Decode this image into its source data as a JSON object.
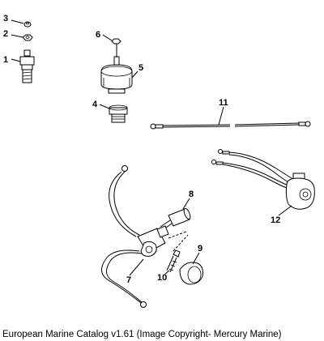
{
  "callouts": [
    "1",
    "2",
    "3",
    "4",
    "5",
    "6",
    "7",
    "8",
    "9",
    "10",
    "11",
    "12"
  ],
  "caption": "European Marine Catalog v1.61 (Image Copyright- Mercury Marine)"
}
